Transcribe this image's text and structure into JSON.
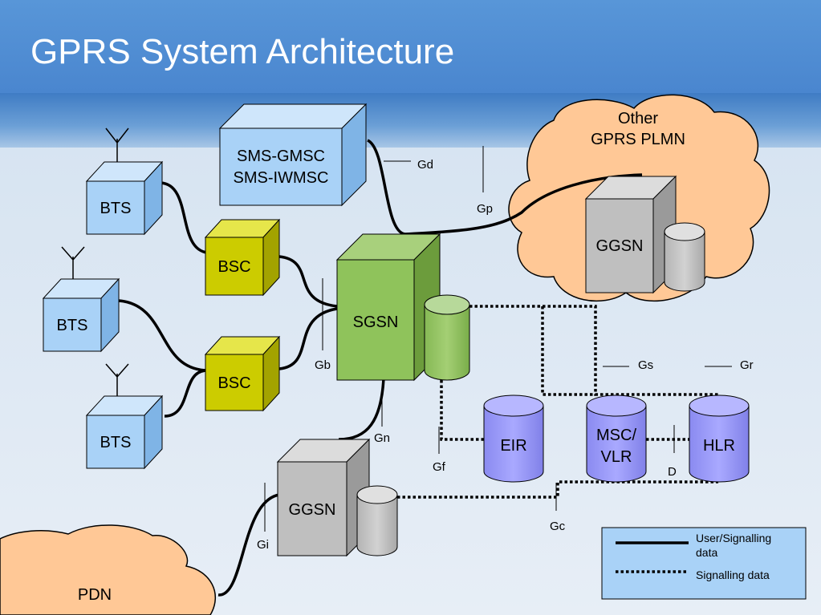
{
  "title": "GPRS System Architecture",
  "nodes": {
    "sms": [
      "SMS-GMSC",
      "SMS-IWMSC"
    ],
    "bts": "BTS",
    "bsc": "BSC",
    "sgsn": "SGSN",
    "ggsn": "GGSN",
    "eir": "EIR",
    "msc": [
      "MSC/",
      "VLR"
    ],
    "hlr": "HLR",
    "other_plmn": [
      "Other",
      "GPRS PLMN"
    ],
    "pdn": "PDN"
  },
  "interfaces": {
    "gd": "Gd",
    "gp": "Gp",
    "gb": "Gb",
    "gn": "Gn",
    "gf": "Gf",
    "gs": "Gs",
    "gr": "Gr",
    "d": "D",
    "gc": "Gc",
    "gi": "Gi"
  },
  "legend": {
    "solid": [
      "User/Signalling",
      "data"
    ],
    "dotted": "Signalling data"
  },
  "colors": {
    "title_bar": "#4a86cf",
    "sms_box": "#a9d2f7",
    "bts_box": "#a9d2f7",
    "bsc_box": "#cccc00",
    "sgsn_box": "#8fc35b",
    "ggsn_box": "#bfbfbf",
    "database_purple": "#9a9aff",
    "cloud": "#ffc896",
    "legend_bg": "#a9d2f7"
  }
}
